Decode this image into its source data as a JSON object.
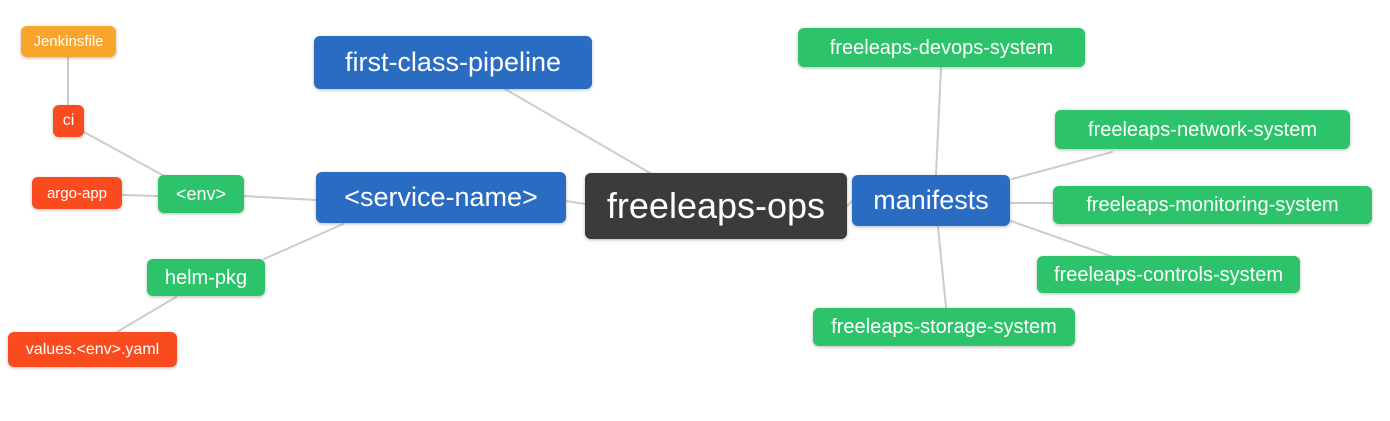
{
  "diagram": {
    "type": "mindmap",
    "root_label": "freeleaps-ops",
    "nodes": [
      {
        "id": "jenkinsfile",
        "label": "Jenkinsfile",
        "color": "#f9a42a"
      },
      {
        "id": "ci",
        "label": "ci",
        "color": "#f94b1e"
      },
      {
        "id": "argo-app",
        "label": "argo-app",
        "color": "#f94b1e"
      },
      {
        "id": "env",
        "label": "<env>",
        "color": "#2cc36a"
      },
      {
        "id": "helm-pkg",
        "label": "helm-pkg",
        "color": "#2cc36a"
      },
      {
        "id": "values-env-yaml",
        "label": "values.<env>.yaml",
        "color": "#f94b1e"
      },
      {
        "id": "first-class-pipeline",
        "label": "first-class-pipeline",
        "color": "#2a6cc2"
      },
      {
        "id": "service-name",
        "label": "<service-name>",
        "color": "#2a6cc2"
      },
      {
        "id": "freeleaps-ops",
        "label": "freeleaps-ops",
        "color": "#3b3b3b"
      },
      {
        "id": "manifests",
        "label": "manifests",
        "color": "#2a6cc2"
      },
      {
        "id": "freeleaps-devops-system",
        "label": "freeleaps-devops-system",
        "color": "#2cc36a"
      },
      {
        "id": "freeleaps-network-system",
        "label": "freeleaps-network-system",
        "color": "#2cc36a"
      },
      {
        "id": "freeleaps-monitoring-system",
        "label": "freeleaps-monitoring-system",
        "color": "#2cc36a"
      },
      {
        "id": "freeleaps-controls-system",
        "label": "freeleaps-controls-system",
        "color": "#2cc36a"
      },
      {
        "id": "freeleaps-storage-system",
        "label": "freeleaps-storage-system",
        "color": "#2cc36a"
      }
    ],
    "edges": [
      {
        "from": "ci",
        "to": "Jenkinsfile"
      },
      {
        "from": "<env>",
        "to": "ci"
      },
      {
        "from": "<env>",
        "to": "argo-app"
      },
      {
        "from": "<service-name>",
        "to": "<env>"
      },
      {
        "from": "<service-name>",
        "to": "helm-pkg"
      },
      {
        "from": "helm-pkg",
        "to": "values.<env>.yaml"
      },
      {
        "from": "freeleaps-ops",
        "to": "first-class-pipeline"
      },
      {
        "from": "freeleaps-ops",
        "to": "<service-name>"
      },
      {
        "from": "freeleaps-ops",
        "to": "manifests"
      },
      {
        "from": "manifests",
        "to": "freeleaps-devops-system"
      },
      {
        "from": "manifests",
        "to": "freeleaps-network-system"
      },
      {
        "from": "manifests",
        "to": "freeleaps-monitoring-system"
      },
      {
        "from": "manifests",
        "to": "freeleaps-controls-system"
      },
      {
        "from": "manifests",
        "to": "freeleaps-storage-system"
      }
    ],
    "colors": {
      "root_bg": "#3b3b3b",
      "branch_bg": "#2a6cc2",
      "leaf_green_bg": "#2cc36a",
      "leaf_red_bg": "#f94b1e",
      "leaf_amber_bg": "#f9a42a",
      "edge": "#cccccc",
      "text": "#ffffff"
    }
  }
}
